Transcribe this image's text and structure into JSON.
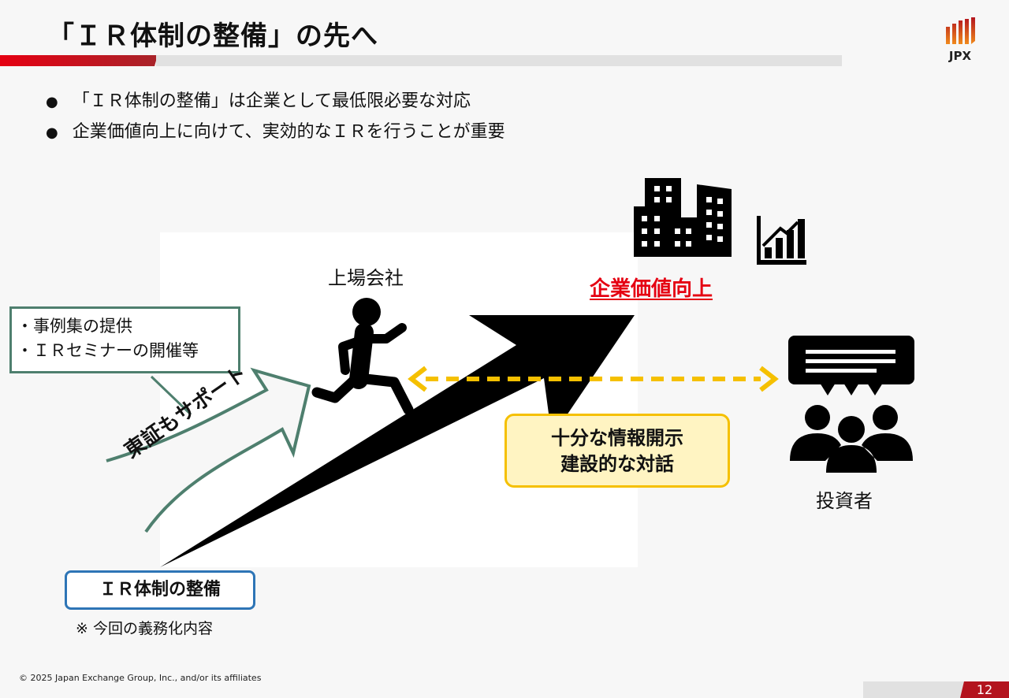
{
  "header": {
    "title": "「ＩＲ体制の整備」の先へ",
    "logo_text": "JPX"
  },
  "bullets": [
    "「ＩＲ体制の整備」は企業として最低限必要な対応",
    "企業価値向上に向けて、実効的なＩＲを行うことが重要"
  ],
  "diagram": {
    "support_items": [
      "・事例集の提供",
      "・ＩＲセミナーの開催等"
    ],
    "support_arrow_label": "東証もサポート",
    "company_label": "上場会社",
    "value_label": "企業価値向上",
    "dialogue_lines": [
      "十分な情報開示",
      "建設的な対話"
    ],
    "investor_label": "投資者",
    "base_label": "ＩＲ体制の整備",
    "base_note": "※ 今回の義務化内容"
  },
  "footer": {
    "copyright": "© 2025 Japan Exchange Group, Inc., and/or its affiliates",
    "page": "12"
  },
  "colors": {
    "accent": "#e50012",
    "green": "#4e7f6e",
    "blue": "#2e75b6",
    "yellow": "#f5c000"
  }
}
